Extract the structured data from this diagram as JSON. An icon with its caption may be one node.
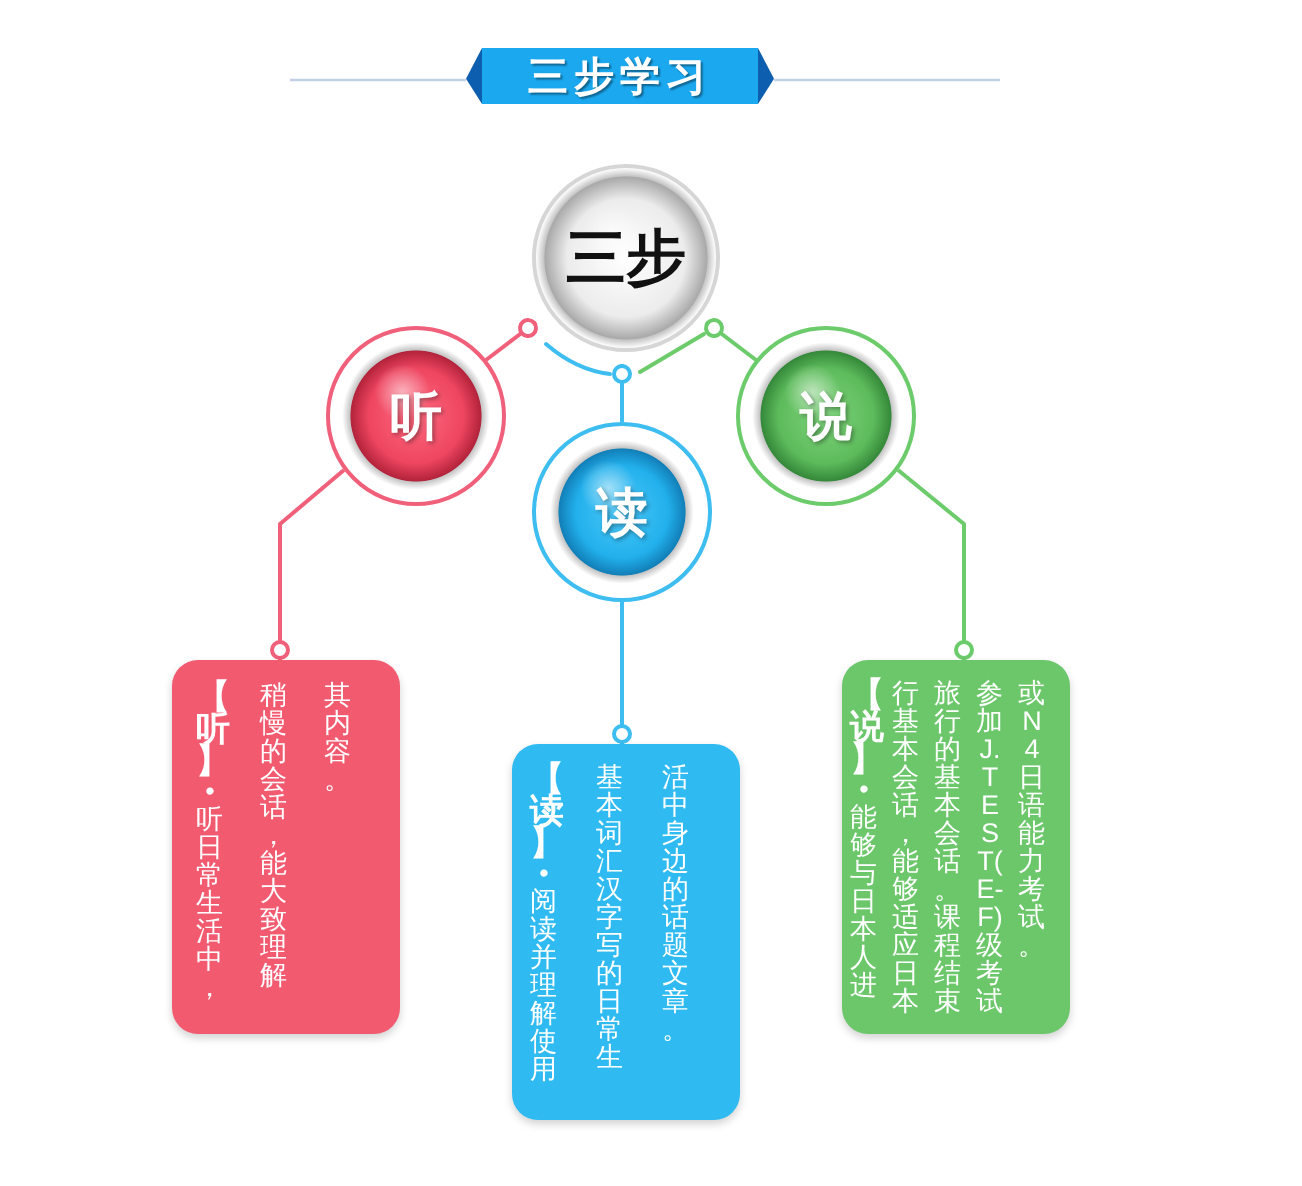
{
  "diagram": {
    "title": "三步学习",
    "nodes": [
      {
        "text": [
          "三步"
        ]
      },
      {
        "text": [
          "听"
        ]
      },
      {
        "text": [
          "读"
        ]
      },
      {
        "text": [
          "说"
        ]
      },
      {
        "text": [
          "**【听】**•听日常生活中，稍慢的会话，能大致理解其内容。"
        ]
      },
      {
        "text": [
          "**【读】**•阅读并理解使用基本词汇汉字写的日常生活中身边的话题文章。"
        ]
      },
      {
        "text": [
          "**【说】**•能够与日本人进行基本会话，能够适应日本旅行的基本会话。课程结束参加J.TEST(E-F)级考试或N4日语能力考试。"
        ]
      }
    ],
    "edges": [
      {
        "from": 1,
        "to": 0,
        "arrow": "other",
        "color": "#f0607a"
      },
      {
        "from": 2,
        "to": 0,
        "arrow": "other",
        "color": "#3dbdf0"
      },
      {
        "from": 3,
        "to": 0,
        "arrow": "other",
        "color": "#6ccb6a"
      },
      {
        "from": 1,
        "to": 4,
        "arrow": "other",
        "color": "#f0607a"
      },
      {
        "from": 2,
        "to": 5,
        "arrow": "other",
        "color": "#3dbdf0"
      },
      {
        "from": 3,
        "to": 6,
        "arrow": "other",
        "color": "#6ccb6a"
      }
    ]
  }
}
